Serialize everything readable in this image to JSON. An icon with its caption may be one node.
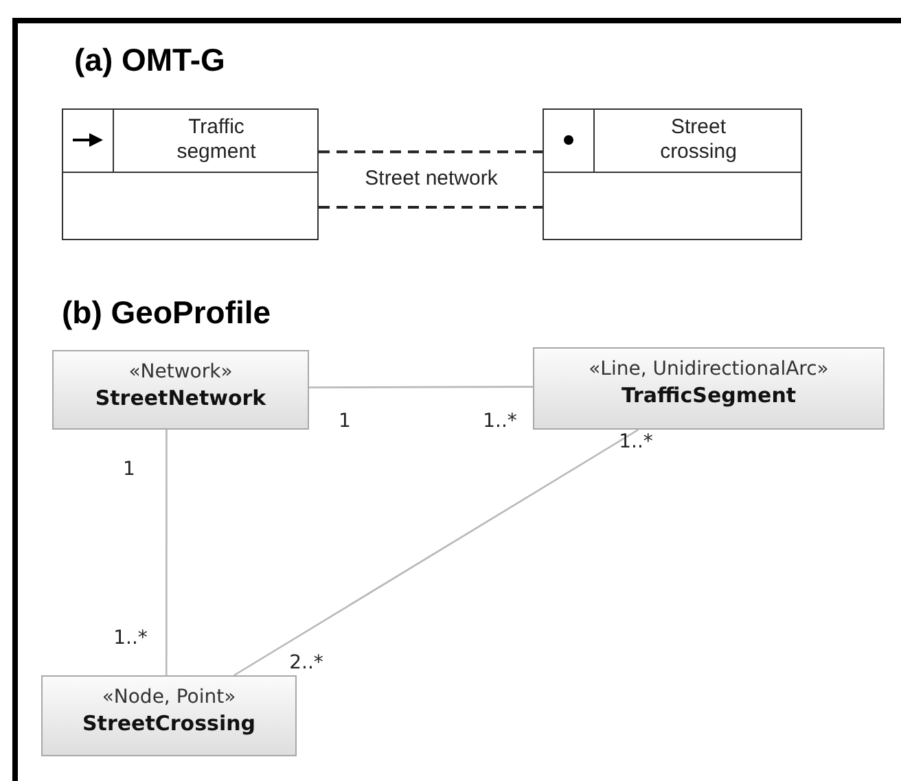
{
  "diagram": {
    "nodes": [
      {
        "text": [
          "Traffic segment"
        ]
      },
      {
        "text": [
          "Street crossing"
        ]
      },
      {
        "text": [
          "«Network»",
          "StreetNetwork"
        ]
      },
      {
        "text": [
          "«Line, UnidirectionalArc»",
          "TrafficSegment"
        ]
      },
      {
        "text": [
          "«Node, Point»",
          "StreetCrossing"
        ]
      }
    ],
    "edges": [
      {
        "from": 0,
        "to": 1,
        "arrow": "none",
        "style": "dashed",
        "color": "#222222"
      },
      {
        "from": 0,
        "to": 1,
        "arrow": "none",
        "style": "dashed",
        "color": "#222222"
      },
      {
        "from": 2,
        "to": 3,
        "arrow": "none"
      },
      {
        "from": 2,
        "to": 4,
        "arrow": "none"
      },
      {
        "from": 3,
        "to": 4,
        "arrow": "none"
      }
    ],
    "labels": [
      "(a) OMT-G",
      "Street network",
      "(b) GeoProfile",
      "1",
      "1..*",
      "1..*",
      "1",
      "1..*",
      "2..*"
    ]
  }
}
